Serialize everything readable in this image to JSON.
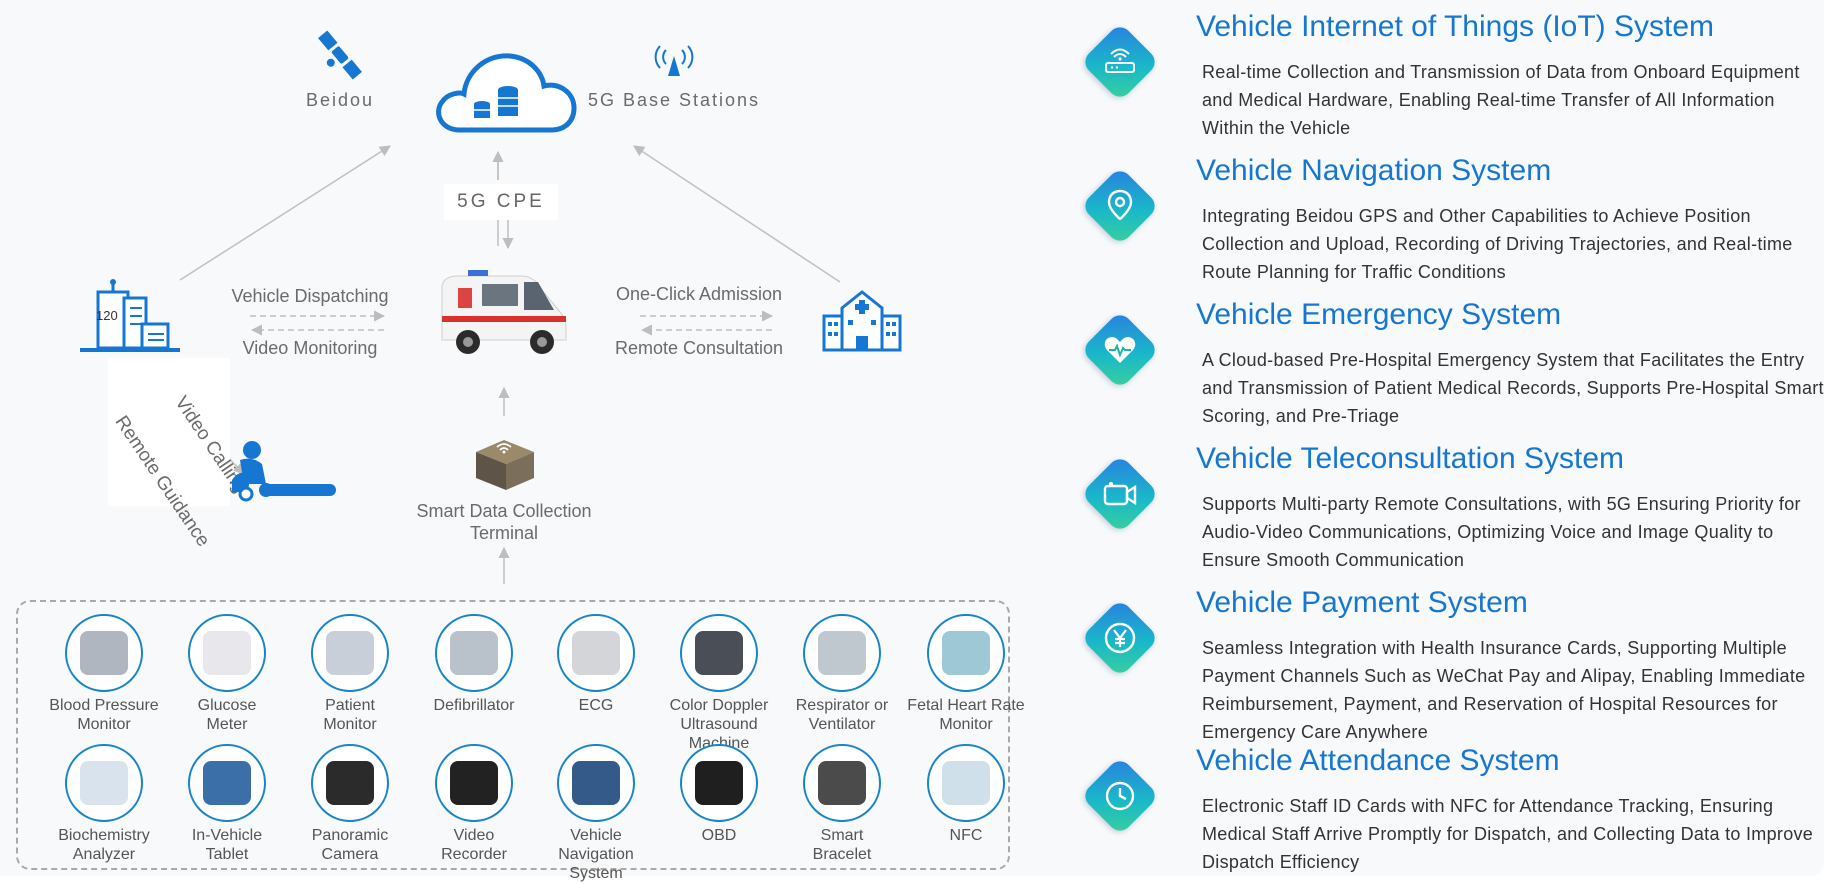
{
  "network": {
    "beidou": "Beidou",
    "base_stations": "5G Base Stations",
    "cpe": "5G CPE",
    "dispatch_label": "Vehicle Dispatching",
    "monitoring_label": "Video Monitoring",
    "admission_label": "One-Click Admission",
    "consultation_label": "Remote Consultation",
    "remote_guidance": "Remote Guidance",
    "video_calling": "Video Calling",
    "terminal_line1": "Smart Data Collection",
    "terminal_line2": "Terminal",
    "building_number": "120"
  },
  "devices_row1": [
    {
      "l1": "Blood Pressure",
      "l2": "Monitor",
      "icon": "blood-pressure-monitor-icon",
      "color": "#b0b6bf"
    },
    {
      "l1": "Glucose",
      "l2": "Meter",
      "icon": "glucose-meter-icon",
      "color": "#e8e8ec"
    },
    {
      "l1": "Patient",
      "l2": "Monitor",
      "icon": "patient-monitor-icon",
      "color": "#c9cfd8"
    },
    {
      "l1": "Defibrillator",
      "l2": "",
      "icon": "defibrillator-icon",
      "color": "#b9c1cb"
    },
    {
      "l1": "ECG",
      "l2": "",
      "icon": "ecg-icon",
      "color": "#d3d5d8"
    },
    {
      "l1": "Color Doppler",
      "l2": "Ultrasound Machine",
      "icon": "ultrasound-icon",
      "color": "#4a4f57"
    },
    {
      "l1": "Respirator or",
      "l2": "Ventilator",
      "icon": "ventilator-icon",
      "color": "#bfc7cf"
    },
    {
      "l1": "Fetal Heart Rate",
      "l2": "Monitor",
      "icon": "fetal-monitor-icon",
      "color": "#9fc8d6"
    }
  ],
  "devices_row2": [
    {
      "l1": "Biochemistry",
      "l2": "Analyzer",
      "icon": "biochemistry-analyzer-icon",
      "color": "#d9e3ee"
    },
    {
      "l1": "In-Vehicle",
      "l2": "Tablet",
      "icon": "tablet-icon",
      "color": "#3b6fa8"
    },
    {
      "l1": "Panoramic",
      "l2": "Camera",
      "icon": "camera-icon",
      "color": "#2b2b2b"
    },
    {
      "l1": "Video",
      "l2": "Recorder",
      "icon": "video-recorder-icon",
      "color": "#222"
    },
    {
      "l1": "Vehicle Navigation",
      "l2": "System",
      "icon": "navigation-screen-icon",
      "color": "#345a8a"
    },
    {
      "l1": "OBD",
      "l2": "",
      "icon": "obd-icon",
      "color": "#1f1f1f"
    },
    {
      "l1": "Smart",
      "l2": "Bracelet",
      "icon": "bracelet-icon",
      "color": "#4b4b4b"
    },
    {
      "l1": "NFC",
      "l2": "",
      "icon": "nfc-icon",
      "color": "#cfe0ea"
    }
  ],
  "systems": [
    {
      "title": "Vehicle Internet of Things (IoT) System",
      "desc": "Real-time Collection and Transmission of Data from Onboard Equipment and Medical Hardware, Enabling Real-time Transfer of All Information Within the Vehicle",
      "icon": "router-icon"
    },
    {
      "title": "Vehicle Navigation System",
      "desc": "Integrating Beidou GPS and Other Capabilities to Achieve Position Collection and Upload, Recording of Driving Trajectories, and Real-time Route Planning for Traffic Conditions",
      "icon": "location-pin-icon"
    },
    {
      "title": "Vehicle Emergency System",
      "desc": "A Cloud-based Pre-Hospital Emergency System that Facilitates the Entry and Transmission of Patient Medical Records, Supports Pre-Hospital Smart Scoring, and Pre-Triage",
      "icon": "heart-pulse-icon"
    },
    {
      "title": "Vehicle Teleconsultation System",
      "desc": "Supports Multi-party Remote Consultations, with 5G Ensuring Priority for Audio-Video Communications, Optimizing Voice and Image Quality to Ensure Smooth Communication",
      "icon": "video-camera-icon"
    },
    {
      "title": "Vehicle Payment System",
      "desc": "Seamless Integration with Health Insurance Cards, Supporting Multiple Payment Channels Such as WeChat Pay and Alipay, Enabling Immediate Reimbursement, Payment, and Reservation of Hospital Resources for Emergency Care Anywhere",
      "icon": "yen-coin-icon"
    },
    {
      "title": "Vehicle Attendance System",
      "desc": "Electronic Staff ID Cards with NFC for Attendance Tracking, Ensuring Medical Staff Arrive Promptly for Dispatch, and Collecting Data to Improve Dispatch Efficiency",
      "icon": "clock-icon"
    }
  ]
}
